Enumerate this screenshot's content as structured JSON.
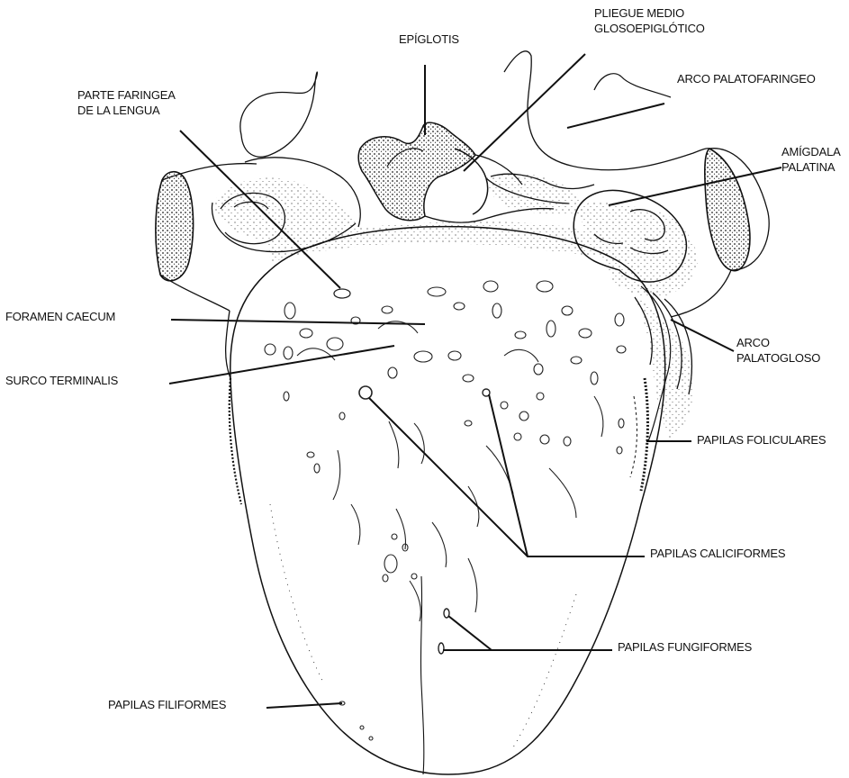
{
  "labels": {
    "epiglotis": "EPÍGLOTIS",
    "pliegue_line1": "PLIEGUE MEDIO",
    "pliegue_line2": "GLOSOEPIGLÓTICO",
    "arco_palatofaringeo": "ARCO PALATOFARINGEO",
    "parte_line1": "PARTE FARINGEA",
    "parte_line2": "DE LA LENGUA",
    "amigdala_line1": "AMÍGDALA",
    "amigdala_line2": "PALATINA",
    "foramen_caecum": "FORAMEN CAECUM",
    "surco_terminalis": "SURCO TERMINALIS",
    "arco_line1": "ARCO",
    "arco_line2": "PALATOGLOSO",
    "papilas_foliculares": "PAPILAS FOLICULARES",
    "papilas_caliciformes": "PAPILAS CALICIFORMES",
    "papilas_fungiformes": "PAPILAS FUNGIFORMES",
    "papilas_filiformes": "PAPILAS FILIFORMES"
  },
  "colors": {
    "ink": "#111111",
    "stipple": "#2a2a2a",
    "paper": "#ffffff"
  }
}
